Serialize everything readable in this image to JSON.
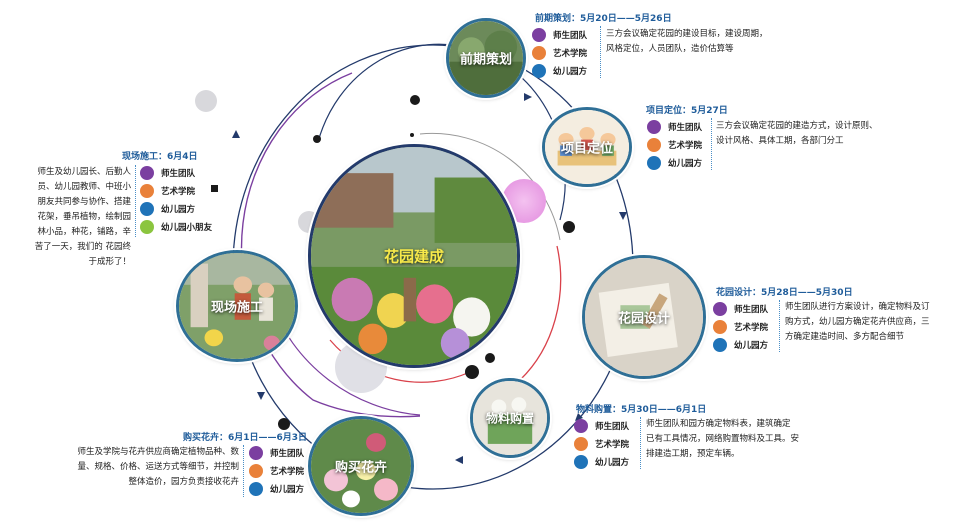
{
  "colors": {
    "team": "#7b3fa0",
    "academy": "#e9813a",
    "kindergarten": "#1f73b8",
    "children": "#8bc53f",
    "accent": "#1f5c9a"
  },
  "center": {
    "label": "花园建成"
  },
  "stages": [
    {
      "id": "planning",
      "title": "前期策划：5月20日——5月26日",
      "photo_label": "前期策划",
      "description": [
        "三方会议确定花园的建设目标，建设周期，",
        "风格定位，人员团队，造价估算等"
      ],
      "participants": [
        "师生团队",
        "艺术学院",
        "幼儿园方"
      ]
    },
    {
      "id": "positioning",
      "title": "项目定位：5月27日",
      "photo_label": "项目定位",
      "description": [
        "三方会议确定花园的建造方式，设计原则、",
        "设计风格、具体工期，各部门分工"
      ],
      "participants": [
        "师生团队",
        "艺术学院",
        "幼儿园方"
      ]
    },
    {
      "id": "design",
      "title": "花园设计：5月28日——5月30日",
      "photo_label": "花园设计",
      "description": [
        "师生团队进行方案设计，确定物料及订",
        "购方式，幼儿园方确定花卉供应商，三",
        "方确定建造时间、多方配合细节"
      ],
      "participants": [
        "师生团队",
        "艺术学院",
        "幼儿园方"
      ]
    },
    {
      "id": "materials",
      "title": "物料购置：5月30日——6月1日",
      "photo_label": "物料购置",
      "description": [
        "师生团队和园方确定物料表，建筑确定",
        "已有工具情况，网络购置物料及工具。安",
        "排建造工期，预定车辆。"
      ],
      "participants": [
        "师生团队",
        "艺术学院",
        "幼儿园方"
      ]
    },
    {
      "id": "flowers",
      "title": "购买花卉：6月1日——6月3日",
      "photo_label": "购买花卉",
      "description": [
        "师生及学院与花卉供应商确定植物品种、数",
        "量、规格、价格、运送方式等细节，并控制",
        "整体造价，园方负责接收花卉"
      ],
      "participants": [
        "师生团队",
        "艺术学院",
        "幼儿园方"
      ]
    },
    {
      "id": "construction",
      "title": "现场施工：6月4日",
      "photo_label": "现场施工",
      "description": [
        "师生及幼儿园长、后勤人",
        "员、幼儿园教师、中班小",
        "朋友共同参与协作、搭建",
        "花架，垂吊植物，绘制园",
        "林小品，种花，铺路，辛",
        "苦了一天，我们的 花园终",
        "于成形了！"
      ],
      "participants": [
        "师生团队",
        "艺术学院",
        "幼儿园方",
        "幼儿园小朋友"
      ]
    }
  ]
}
